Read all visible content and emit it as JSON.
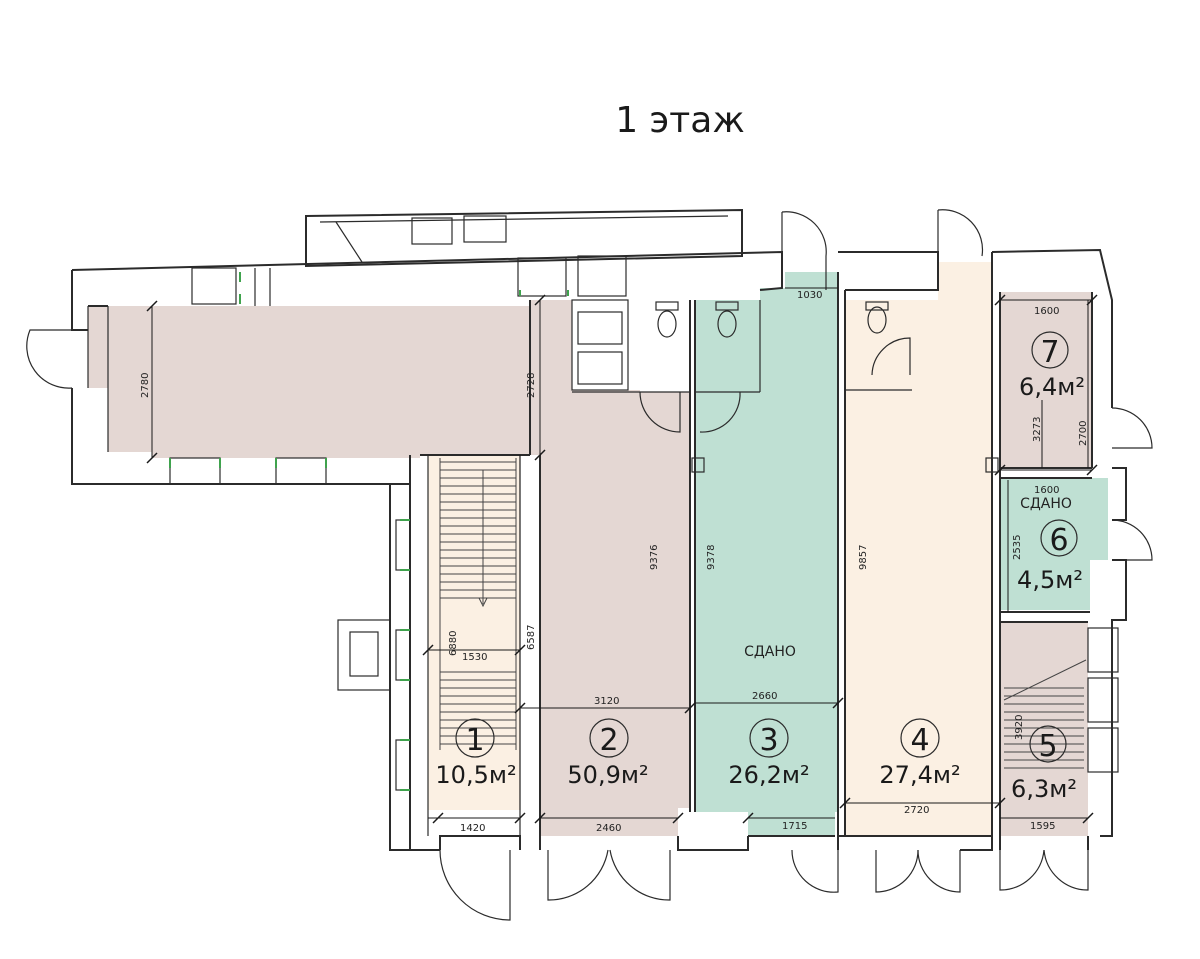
{
  "title": "1 этаж",
  "colors": {
    "area_free": "#e4d7d3",
    "area_rented": "#bfe0d3",
    "area_unit4": "#fbf0e3",
    "area_unit1": "#fbf0e3",
    "wall": "#2b2b2b",
    "window_frame": "#3fa34d"
  },
  "rooms": [
    {
      "number": "1",
      "area": "10,5м²"
    },
    {
      "number": "2",
      "area": "50,9м²"
    },
    {
      "number": "3",
      "area": "26,2м²",
      "status": "СДАНО"
    },
    {
      "number": "4",
      "area": "27,4м²"
    },
    {
      "number": "5",
      "area": "6,3м²"
    },
    {
      "number": "6",
      "area": "4,5м²",
      "status": "СДАНО"
    },
    {
      "number": "7",
      "area": "6,4м²"
    }
  ],
  "dimensions": {
    "d2780": "2780",
    "d2728": "2728",
    "d1030": "1030",
    "d1600a": "1600",
    "d3273": "3273",
    "d2700": "2700",
    "d1600b": "1600",
    "d2535": "2535",
    "d9376": "9376",
    "d9378": "9378",
    "d9857": "9857",
    "d6880": "6880",
    "d6587": "6587",
    "d1530": "1530",
    "d3120": "3120",
    "d2660": "2660",
    "d3920": "3920",
    "d1420": "1420",
    "d2460": "2460",
    "d1715": "1715",
    "d2720": "2720",
    "d1595": "1595"
  }
}
